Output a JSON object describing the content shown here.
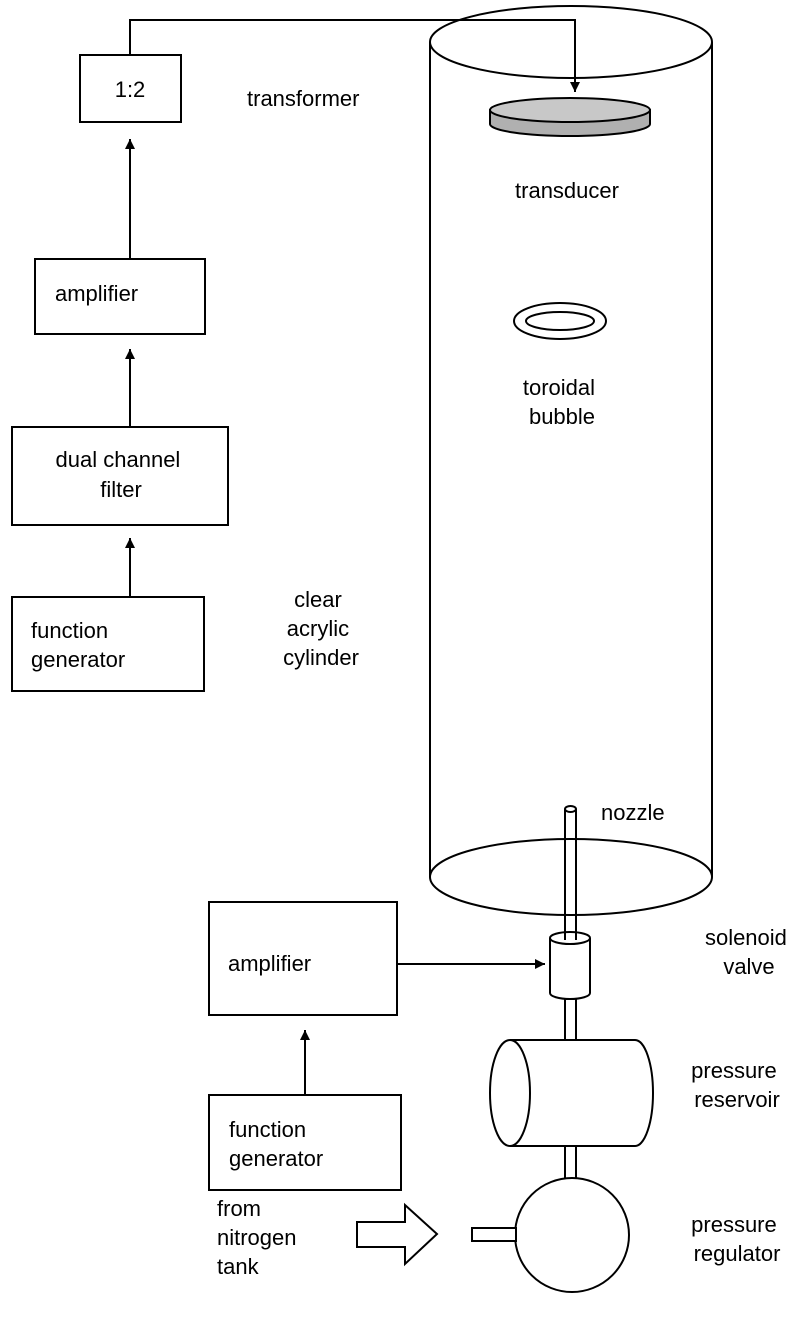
{
  "labels": {
    "transformer_ratio": "1:2",
    "transformer": "transformer",
    "transducer": "transducer",
    "toroidal_bubble": [
      "toroidal",
      "bubble"
    ],
    "amplifier_top": "amplifier",
    "dual_channel_filter": [
      "dual channel",
      "filter"
    ],
    "function_generator_top": [
      "function",
      "generator"
    ],
    "cylinder": [
      "clear",
      "acrylic",
      "cylinder"
    ],
    "nozzle": "nozzle",
    "amplifier_bottom": "amplifier",
    "function_generator_bottom": [
      "function",
      "generator"
    ],
    "solenoid_valve": [
      "solenoid",
      "valve"
    ],
    "pressure_reservoir": [
      "pressure",
      "reservoir"
    ],
    "pressure_regulator": [
      "pressure",
      "regulator"
    ],
    "nitrogen_source": [
      "from",
      "nitrogen",
      "tank"
    ]
  },
  "colors": {
    "stroke": "#000000",
    "transducer_fill": "#c8c8c8"
  }
}
